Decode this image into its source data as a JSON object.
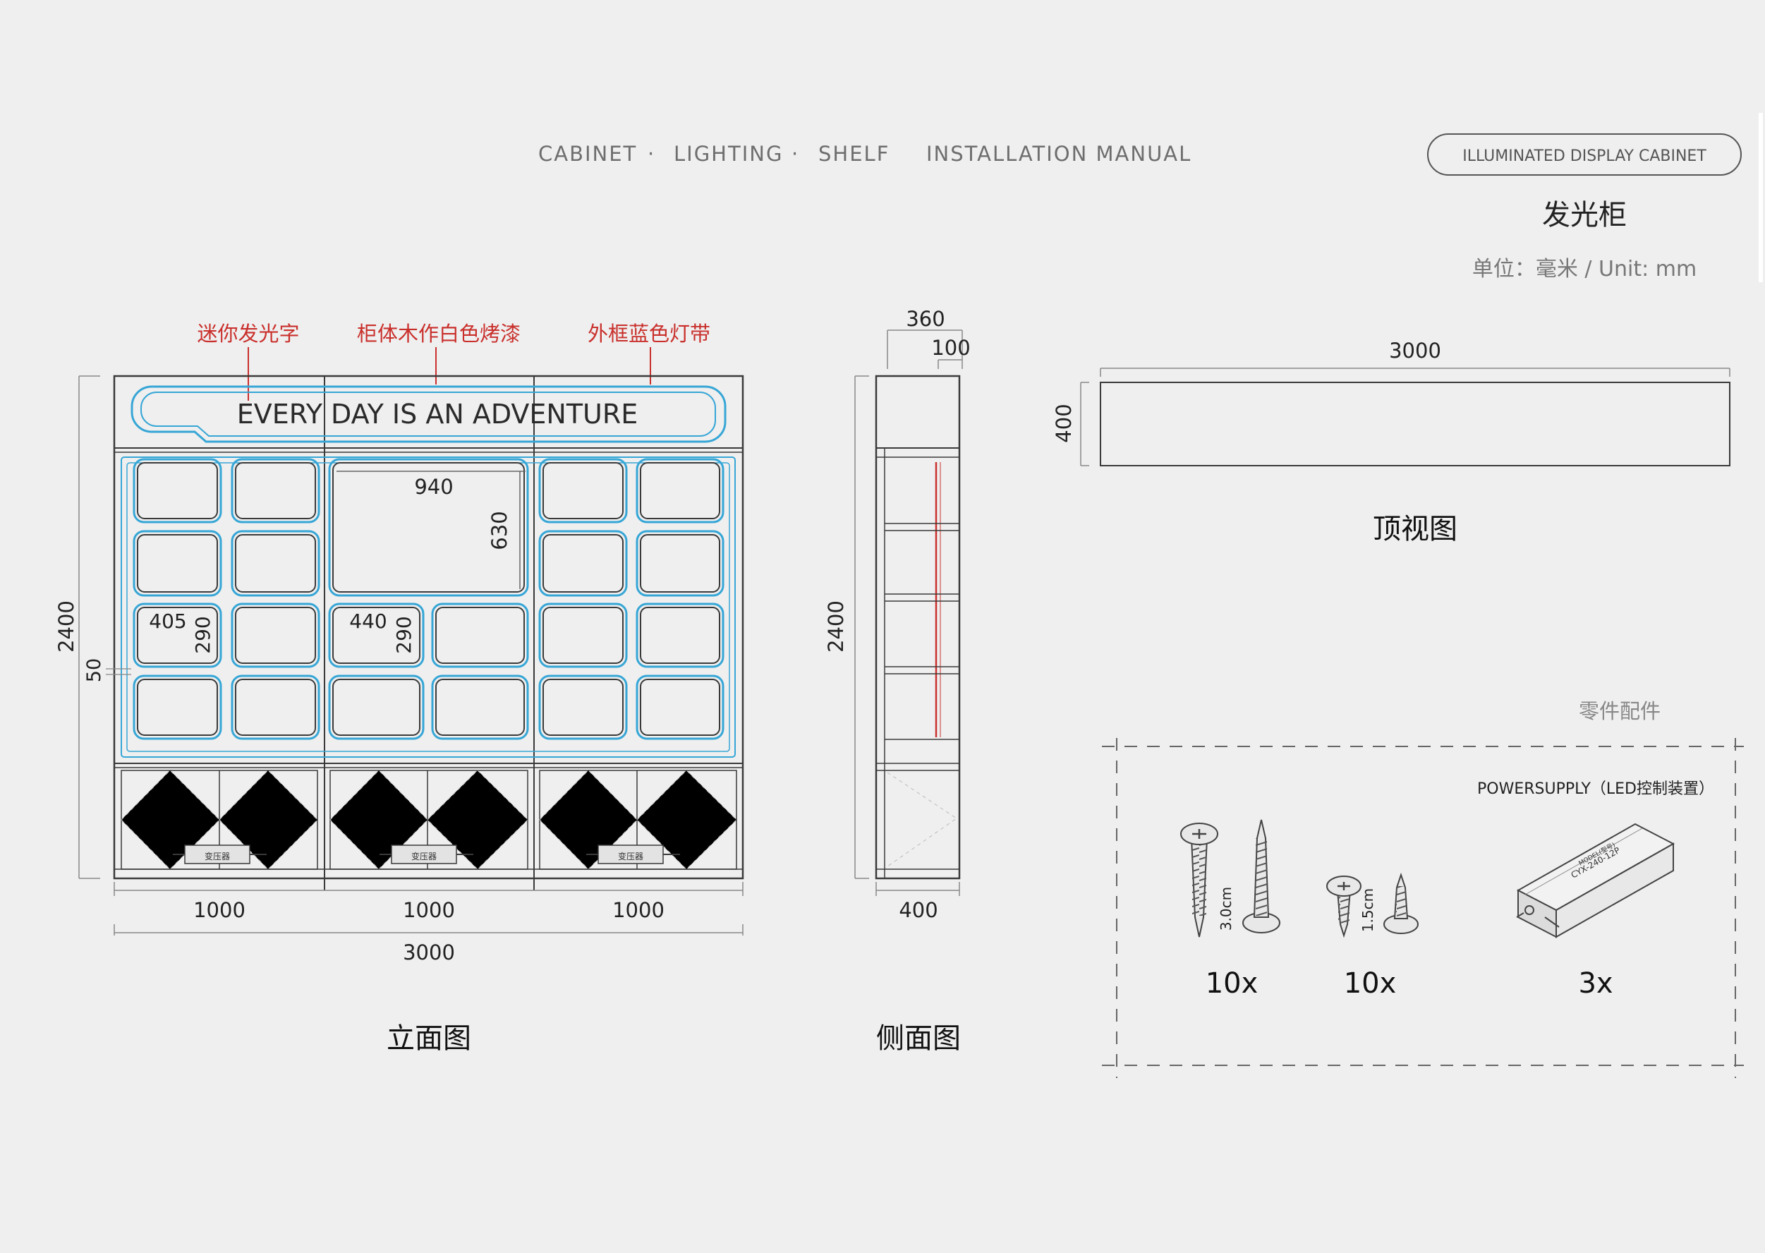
{
  "header": {
    "nav": [
      "CABINET",
      "·",
      "LIGHTING",
      "·",
      "SHELF",
      "INSTALLATION MANUAL"
    ],
    "badge": "ILLUMINATED DISPLAY CABINET",
    "title_cn": "发光柜",
    "unit": "单位：毫米 / Unit: mm"
  },
  "front": {
    "callouts": [
      "迷你发光字",
      "柜体木作白色烤漆",
      "外框蓝色灯带"
    ],
    "sign_text": "EVERY DAY IS AN ADVENTURE",
    "dims": {
      "height": "2400",
      "gap": "50",
      "big_w": "940",
      "big_h": "630",
      "cell_w": "405",
      "cell_h": "290",
      "cell2_w": "440",
      "cell2_h": "290",
      "bay1": "1000",
      "bay2": "1000",
      "bay3": "1000",
      "total": "3000"
    },
    "transformer": "变压器",
    "caption": "立面图"
  },
  "side": {
    "dims": {
      "top": "360",
      "inner": "100",
      "height": "2400",
      "depth": "400"
    },
    "caption": "侧面图"
  },
  "top": {
    "dims": {
      "width": "3000",
      "depth": "400"
    },
    "caption": "顶视图"
  },
  "parts": {
    "title": "零件配件",
    "power_label": "POWERSUPPLY（LED控制装置）",
    "psu_line1": "MODEL(型号)",
    "psu_line2": "CYX-240-12P",
    "screw1_len": "3.0cm",
    "screw2_len": "1.5cm",
    "qty1": "10x",
    "qty2": "10x",
    "qty3": "3x"
  },
  "colors": {
    "line": "#3a3a3a",
    "led": "#36a6d6",
    "accent": "#c9302c",
    "dim": "#8a8a8a"
  }
}
